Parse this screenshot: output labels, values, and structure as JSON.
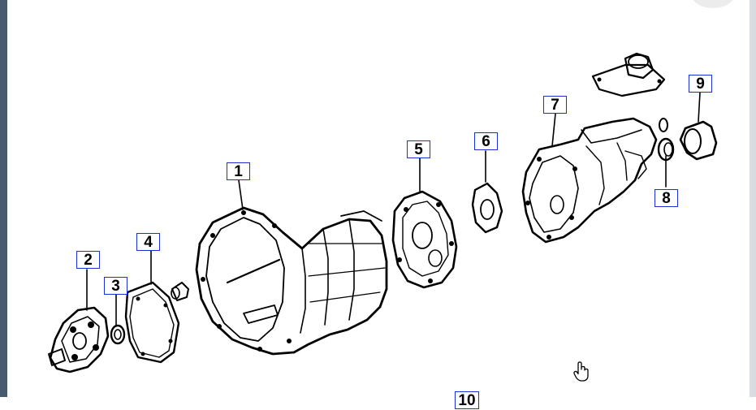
{
  "callouts": {
    "c1": "1",
    "c2": "2",
    "c3": "3",
    "c4": "4",
    "c5": "5",
    "c6": "6",
    "c7": "7",
    "c8": "8",
    "c9": "9",
    "c10": "10"
  },
  "colors": {
    "callout_border": "#1a2fd6",
    "line": "#000000",
    "frame": "#4a5a6e"
  },
  "icons": {
    "cursor": "hand-pointer-icon"
  }
}
